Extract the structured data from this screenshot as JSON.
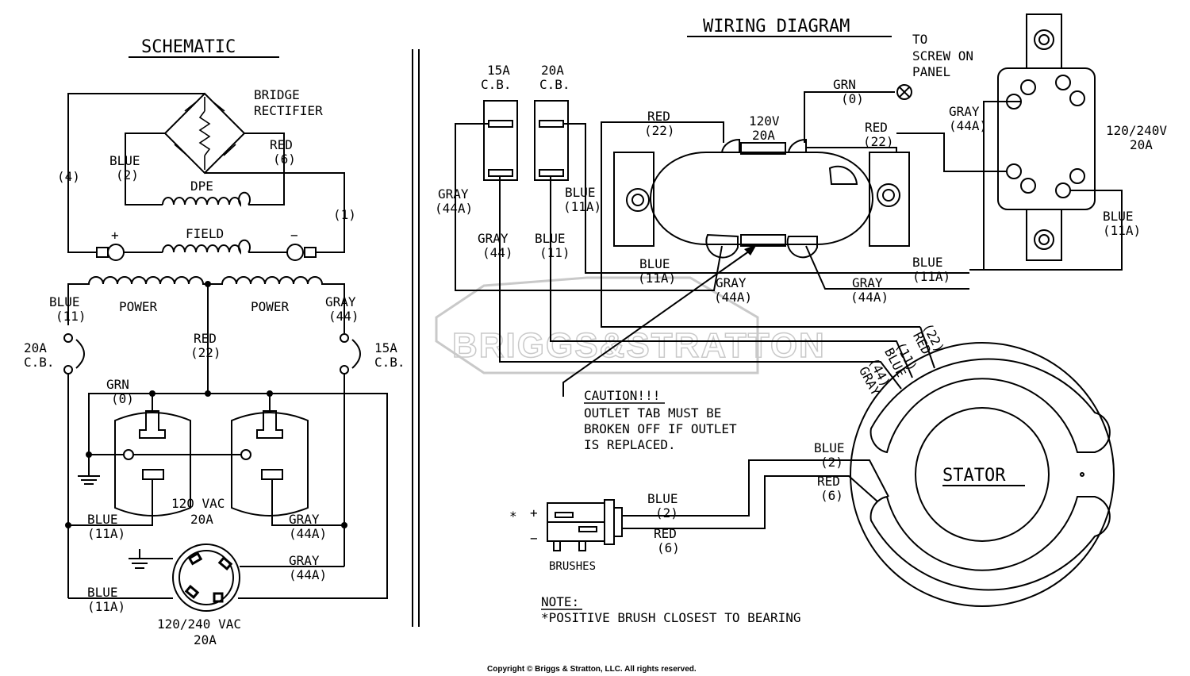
{
  "schematic": {
    "title": "SCHEMATIC",
    "bridge_line1": "BRIDGE",
    "bridge_line2": "RECTIFIER",
    "blue_2": "BLUE",
    "blue_2_num": "(2)",
    "red_6": "RED",
    "red_6_num": "(6)",
    "dpe": "DPE",
    "wire_4": "(4)",
    "wire_1": "(1)",
    "field": "FIELD",
    "plus": "+",
    "minus": "−",
    "power_left": "POWER",
    "power_right": "POWER",
    "blue_11": "BLUE",
    "blue_11_num": "(11)",
    "gray_44": "GRAY",
    "gray_44_num": "(44)",
    "red_22": "RED",
    "red_22_num": "(22)",
    "cb20_line1": "20A",
    "cb20_line2": "C.B.",
    "cb15_line1": "15A",
    "cb15_line2": "C.B.",
    "grn": "GRN",
    "grn_num": "(0)",
    "outlet_line1": "120 VAC",
    "outlet_line2": "20A",
    "blue_11a_a": "BLUE",
    "blue_11a_a_num": "(11A)",
    "gray_44a_a": "GRAY",
    "gray_44a_a_num": "(44A)",
    "gray_44a_b": "GRAY",
    "gray_44a_b_num": "(44A)",
    "blue_11a_b": "BLUE",
    "blue_11a_b_num": "(11A)",
    "twistlock_line1": "120/240 VAC",
    "twistlock_line2": "20A"
  },
  "wiring": {
    "title": "WIRING DIAGRAM",
    "to_screw_1": "TO",
    "to_screw_2": "SCREW ON",
    "to_screw_3": "PANEL",
    "cb15_1": "15A",
    "cb15_2": "C.B.",
    "cb20_1": "20A",
    "cb20_2": "C.B.",
    "grn": "GRN",
    "grn_num": "(0)",
    "v120_1": "120V",
    "v120_2": "20A",
    "red22_l": "RED",
    "red22_l_num": "(22)",
    "red22_r": "RED",
    "red22_r_num": "(22)",
    "gray44a_top": "GRAY",
    "gray44a_top_num": "(44A)",
    "v240_1": "120/240V",
    "v240_2": "20A",
    "gray44a_left": "GRAY",
    "gray44a_left_num": "(44A)",
    "blue11a_left": "BLUE",
    "blue11a_left_num": "(11A)",
    "blue11a_right": "BLUE",
    "blue11a_right_num": "(11A)",
    "gray44": "GRAY",
    "gray44_num": "(44)",
    "blue11": "BLUE",
    "blue11_num": "(11)",
    "blue11a_bot1": "BLUE",
    "blue11a_bot1_num": "(11A)",
    "blue11a_bot2": "BLUE",
    "blue11a_bot2_num": "(11A)",
    "gray44a_bot1": "GRAY",
    "gray44a_bot1_num": "(44A)",
    "gray44a_bot2": "GRAY",
    "gray44a_bot2_num": "(44A)",
    "stator_red": "RED",
    "stator_red_num": "(22)",
    "stator_blue": "BLUE",
    "stator_blue_num": "(11)",
    "stator_gray": "GRAY",
    "stator_gray_num": "(44)",
    "caution_title": "CAUTION!!!",
    "caution_1": "OUTLET TAB MUST BE",
    "caution_2": "BROKEN OFF IF OUTLET",
    "caution_3": "IS REPLACED.",
    "stator": "STATOR",
    "blue2_s": "BLUE",
    "blue2_s_num": "(2)",
    "red6_s": "RED",
    "red6_s_num": "(6)",
    "blue2_b": "BLUE",
    "blue2_b_num": "(2)",
    "red6_b": "RED",
    "red6_b_num": "(6)",
    "asterisk": "*",
    "brush_plus": "+",
    "brush_minus": "−",
    "brushes": "BRUSHES",
    "note_title": "NOTE:",
    "note_text": "*POSITIVE BRUSH CLOSEST TO BEARING"
  },
  "watermark": "BRIGGS&STRATTON",
  "copyright": "Copyright © Briggs & Stratton, LLC. All rights reserved."
}
